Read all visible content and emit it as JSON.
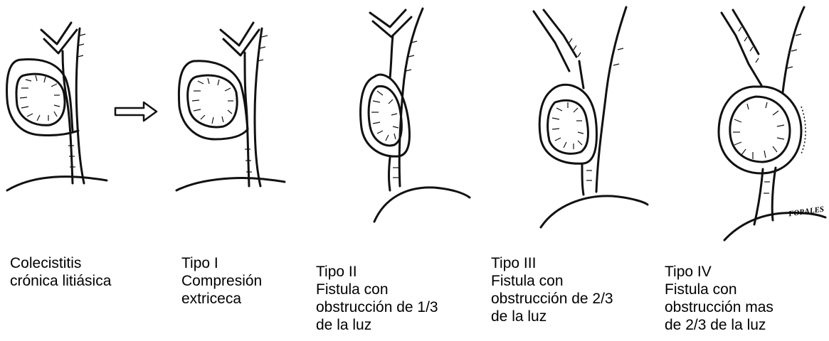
{
  "panels": [
    {
      "id": "p0",
      "lines": [
        "Colecistitis",
        "crónica litiásica"
      ]
    },
    {
      "id": "p1",
      "lines": [
        "Tipo I",
        "Compresión",
        "extriceca"
      ]
    },
    {
      "id": "p2",
      "lines": [
        "Tipo II",
        "Fistula con",
        "obstrucción de 1/3",
        "de la luz"
      ]
    },
    {
      "id": "p3",
      "lines": [
        "Tipo III",
        "Fistula con",
        "obstrucción de 2/3",
        "de la luz"
      ]
    },
    {
      "id": "p4",
      "lines": [
        "Tipo IV",
        "Fistula con",
        "obstrucción mas",
        "de 2/3 de la luz"
      ]
    }
  ],
  "signature": "FORALES",
  "ink_color": "#111111"
}
